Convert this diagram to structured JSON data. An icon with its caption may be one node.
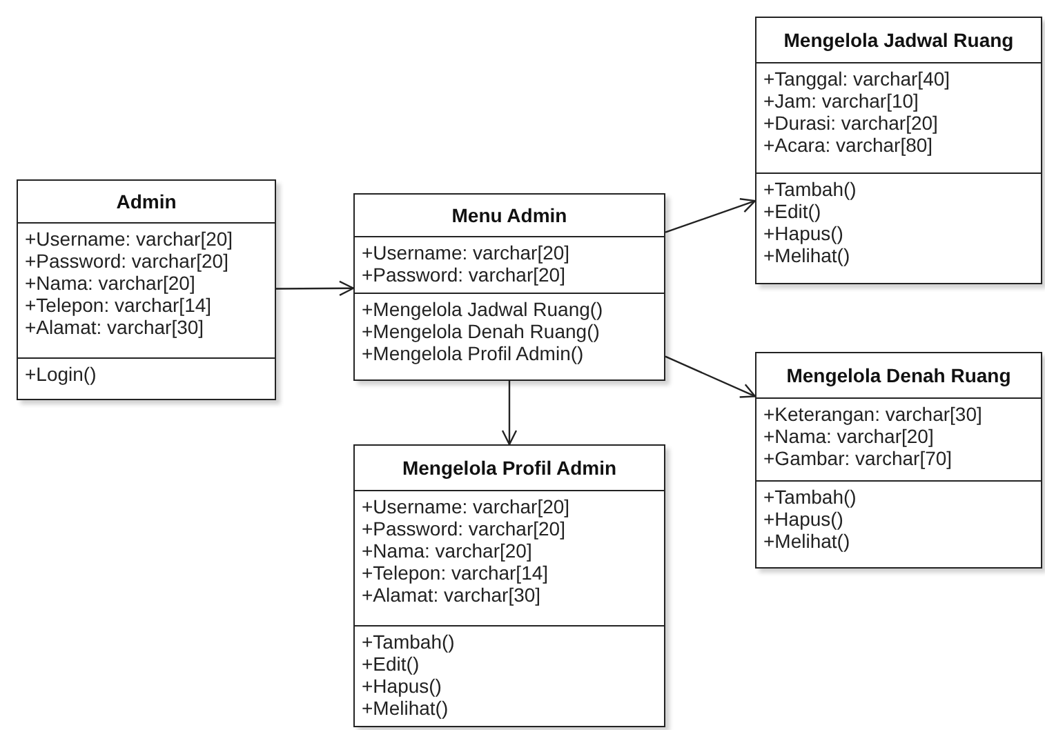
{
  "diagram": {
    "nodes": [
      {
        "text": [
          "Admin"
        ]
      },
      {
        "text": [
          "+Username: varchar[20]",
          "+Password: varchar[20]",
          "+Nama: varchar[20]",
          "+Telepon: varchar[14]",
          "+Alamat: varchar[30]"
        ],
        "in": 0
      },
      {
        "text": [
          "+Login()"
        ],
        "in": 0
      },
      {
        "text": [
          "Menu Admin"
        ]
      },
      {
        "text": [
          "+Username: varchar[20]",
          "+Password: varchar[20]"
        ],
        "in": 3
      },
      {
        "text": [
          "+Mengelola Jadwal Ruang()",
          "+Mengelola Denah Ruang()",
          "+Mengelola Profil Admin()"
        ],
        "in": 3
      },
      {
        "text": [
          "Mengelola Jadwal Ruang"
        ]
      },
      {
        "text": [
          "+Tanggal: varchar[40]",
          "+Jam: varchar[10]",
          "+Durasi: varchar[20]",
          "+Acara: varchar[80]"
        ],
        "in": 6
      },
      {
        "text": [
          "+Tambah()",
          "+Edit()",
          "+Hapus()",
          "+Melihat()"
        ],
        "in": 6
      },
      {
        "text": [
          "Mengelola Denah Ruang"
        ]
      },
      {
        "text": [
          "+Keterangan: varchar[30]",
          "+Nama: varchar[20]",
          "+Gambar: varchar[70]"
        ],
        "in": 9
      },
      {
        "text": [
          "+Tambah()",
          "+Hapus()",
          "+Melihat()"
        ],
        "in": 9
      },
      {
        "text": [
          "Mengelola Profil Admin"
        ]
      },
      {
        "text": [
          "+Username: varchar[20]",
          "+Password: varchar[20]",
          "+Nama: varchar[20]",
          "+Telepon: varchar[14]",
          "+Alamat: varchar[30]"
        ],
        "in": 12
      },
      {
        "text": [
          "+Tambah()",
          "+Edit()",
          "+Hapus()",
          "+Melihat()"
        ],
        "in": 12
      }
    ],
    "edges": [
      {
        "from": 0,
        "to": 3,
        "arrow": "to"
      },
      {
        "from": 3,
        "to": 6,
        "arrow": "to"
      },
      {
        "from": 3,
        "to": 9,
        "arrow": "to"
      },
      {
        "from": 3,
        "to": 12,
        "arrow": "to"
      }
    ]
  }
}
